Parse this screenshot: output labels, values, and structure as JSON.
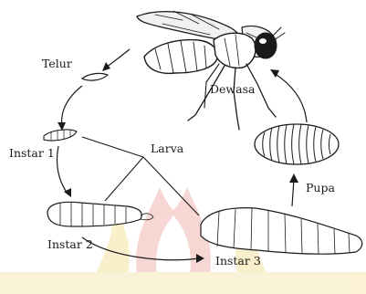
{
  "diagram": {
    "stages": {
      "egg": "Telur",
      "instar1": "Instar 1",
      "larva": "Larva",
      "instar2": "Instar 2",
      "instar3": "Instar 3",
      "pupa": "Pupa",
      "adult": "Dewasa"
    }
  },
  "colors": {
    "ink": "#1a1a1a",
    "watermark_flame": "#f2b8b0",
    "watermark_gold": "#f5e3a0"
  }
}
